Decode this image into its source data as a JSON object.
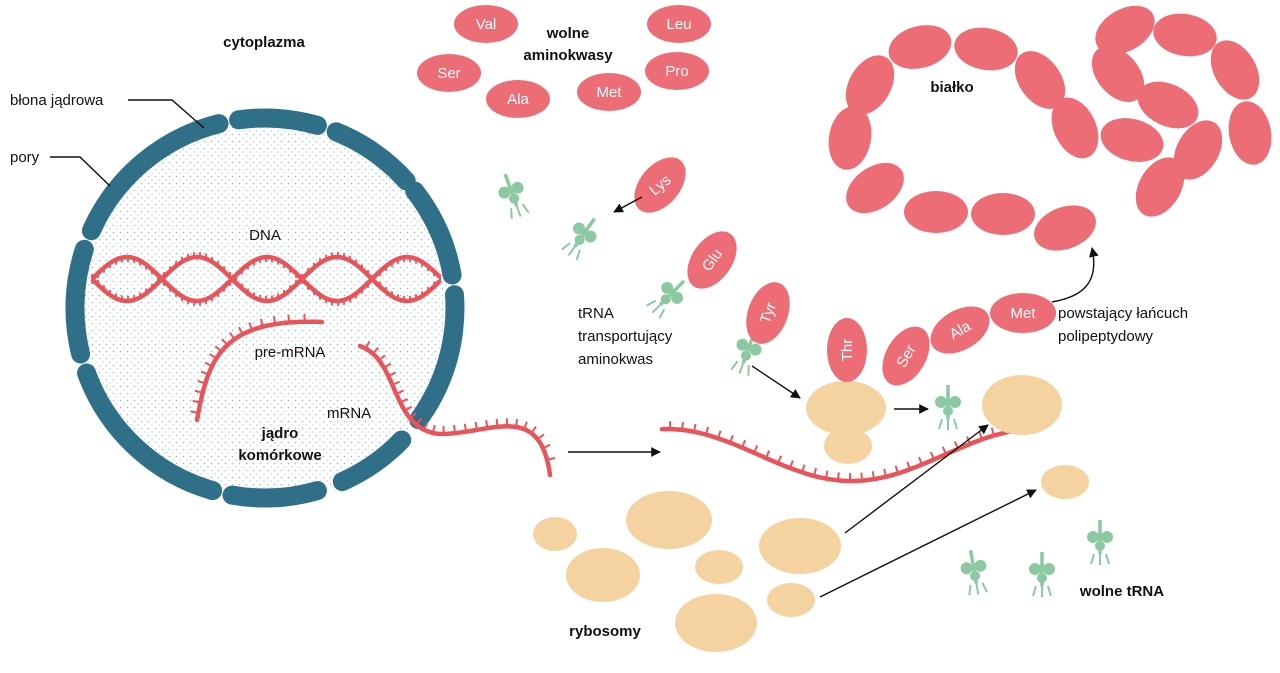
{
  "labels": {
    "cytoplasm": "cytoplazma",
    "nuclear_membrane": "błona jądrowa",
    "pores": "pory",
    "dna": "DNA",
    "pre_mrna": "pre-mRNA",
    "mrna": "mRNA",
    "nucleus_line1": "jądro",
    "nucleus_line2": "komórkowe",
    "free_aa_line1": "wolne",
    "free_aa_line2": "aminokwasy",
    "protein": "białko",
    "trna_line1": "tRNA",
    "trna_line2": "transportujący",
    "trna_line3": "aminokwas",
    "chain_line1": "powstający łańcuch",
    "chain_line2": "polipeptydowy",
    "ribosomes": "rybosomy",
    "free_trna": "wolne tRNA"
  },
  "free_amino_acids": [
    "Val",
    "Leu",
    "Ser",
    "Pro",
    "Ala",
    "Met"
  ],
  "carried_amino_acids": [
    "Lys",
    "Glu",
    "Tyr",
    "Thr"
  ],
  "chain_amino_acids": [
    "Ser",
    "Ala",
    "Met"
  ],
  "colors": {
    "membrane": "#2f6f87",
    "nucleoplasm_dots": "#8fbfc9",
    "nucleic_acid": "#e8545a",
    "amino_acid": "#ec6d76",
    "ribosome": "#f5d3a1",
    "trna": "#8cc9a2"
  }
}
